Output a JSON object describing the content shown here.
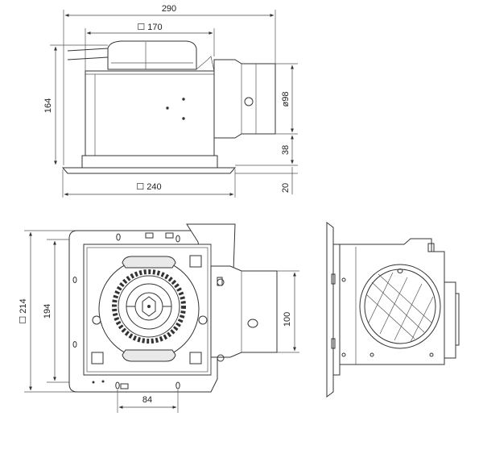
{
  "side_view": {
    "dim_overall_width": "290",
    "dim_motor_box": "☐ 170",
    "dim_height": "164",
    "dim_duct_diameter": "ø98",
    "dim_duct_offset": "38",
    "dim_grille_width": "☐ 240",
    "dim_grille_thickness": "20"
  },
  "bottom_view": {
    "dim_outer": "☐ 214",
    "dim_inner": "194",
    "dim_hole_spacing": "84",
    "dim_duct_spacing": "100"
  }
}
